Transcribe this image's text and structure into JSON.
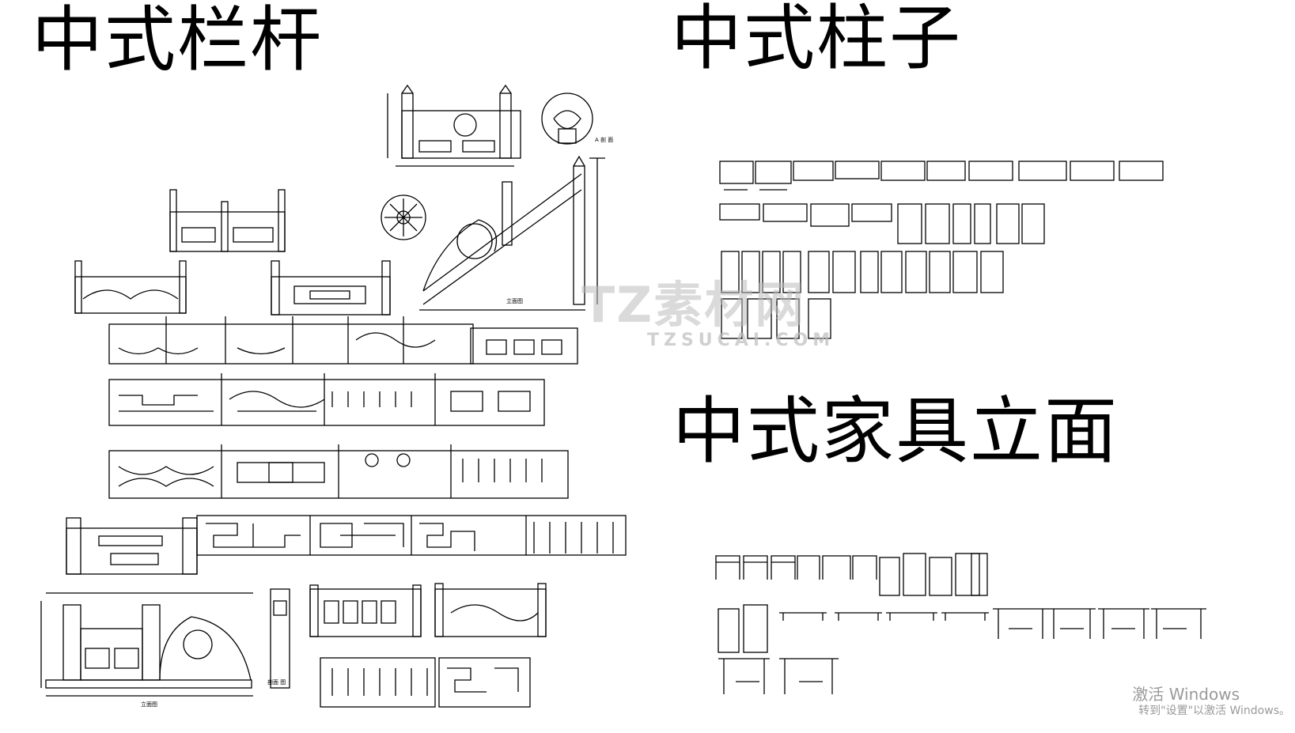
{
  "titles": {
    "railings": "中式栏杆",
    "columns": "中式柱子",
    "furniture": "中式家具立面"
  },
  "watermark": {
    "logo": "TZ素材网",
    "url": "TZSUCAI.COM"
  },
  "activation": {
    "line1": "激活 Windows",
    "line2": "转到\"设置\"以激活 Windows。"
  },
  "drawing_labels": {
    "railing_section_label": "A 剖 面",
    "stair_label": "立面图",
    "elevation_label": "立面图",
    "section_label": "剖面 图"
  },
  "colors": {
    "ink": "#000000",
    "background": "#ffffff",
    "watermark": "#bdbdbd",
    "activation_text": "#9a9a9a"
  }
}
